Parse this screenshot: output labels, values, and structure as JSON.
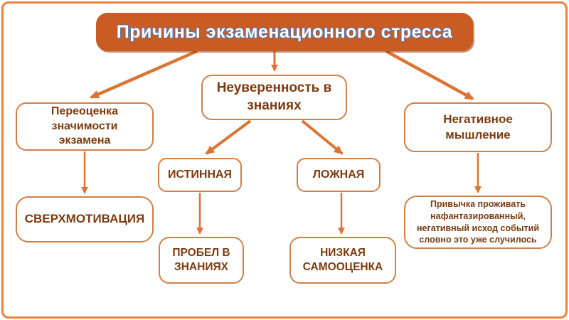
{
  "title": {
    "label": "Причины экзаменационного стресса"
  },
  "nodes": {
    "overvalue": {
      "label": "Переоценка значимости экзамена"
    },
    "uncertainty": {
      "label": "Неуверенность в знаниях"
    },
    "negative_thinking": {
      "label": "Негативное мышление"
    },
    "overmotivation": {
      "label": "СВЕРХМОТИВАЦИЯ"
    },
    "true_type": {
      "label": "ИСТИННАЯ"
    },
    "false_type": {
      "label": "ЛОЖНАЯ"
    },
    "knowledge_gap": {
      "label": "ПРОБЕЛ В ЗНАНИЯХ"
    },
    "low_self_esteem": {
      "label": "НИЗКАЯ САМООЦЕНКА"
    },
    "fantasy_habit": {
      "label": "Привычка проживать нафантазированный, негативный исход событий словно это уже случилось"
    }
  },
  "edges": [
    {
      "from": "title",
      "to": "overvalue"
    },
    {
      "from": "title",
      "to": "uncertainty"
    },
    {
      "from": "title",
      "to": "negative_thinking"
    },
    {
      "from": "overvalue",
      "to": "overmotivation"
    },
    {
      "from": "uncertainty",
      "to": "true_type"
    },
    {
      "from": "uncertainty",
      "to": "false_type"
    },
    {
      "from": "true_type",
      "to": "knowledge_gap"
    },
    {
      "from": "false_type",
      "to": "low_self_esteem"
    },
    {
      "from": "negative_thinking",
      "to": "fantasy_habit"
    }
  ],
  "colors": {
    "frame_border": "#E8823E",
    "title_fill": "#C95C23",
    "title_text": "#FFFFFF",
    "title_outline": "#64749E",
    "box_border": "#CF8049",
    "text_brown": "#7C3B10",
    "arrow": "#DC7434"
  }
}
